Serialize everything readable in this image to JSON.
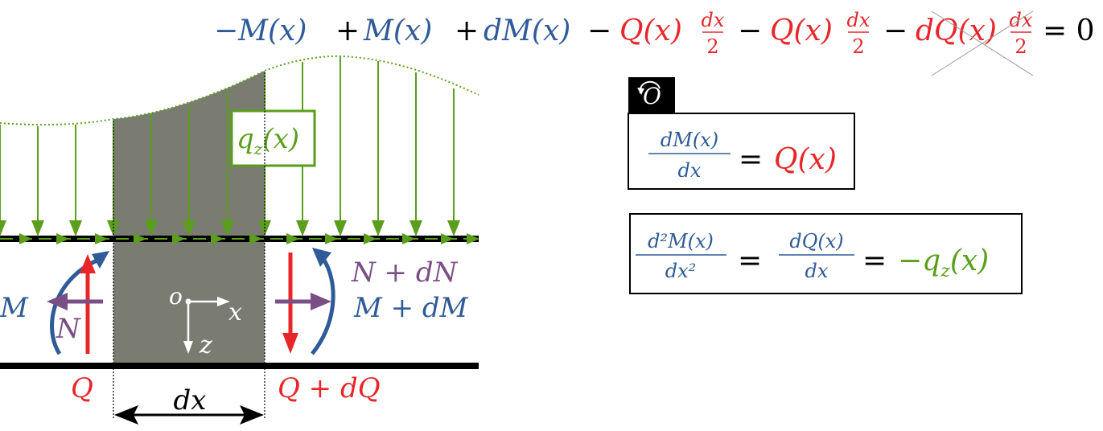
{
  "equation": {
    "neg_m": "−M(x)",
    "plus1": "+",
    "m": "M(x)",
    "plus2": "+",
    "dm": "dM(x)",
    "minus1": "−",
    "q1": "Q(x)",
    "dx": "dx",
    "two": "2",
    "minus2": "−",
    "q2": "Q(x)",
    "minus3": "−",
    "dq": "dQ(x)",
    "equals_zero": "= 0"
  },
  "origin_tag": {
    "label": "O"
  },
  "box1": {
    "num": "dM(x)",
    "den": "dx",
    "eq": "=",
    "rhs": "Q(x)"
  },
  "box2": {
    "num1": "d²M(x)",
    "den1": "dx²",
    "eq1": "=",
    "num2": "dQ(x)",
    "den2": "dx",
    "eq2": "=",
    "rhs": "−q",
    "rhs_sub": "z",
    "rhs_arg": "(x)"
  },
  "diagram": {
    "load_label": "q",
    "load_sub": "z",
    "load_arg": "(x)",
    "left_M": "M",
    "left_N": "N",
    "left_Q": "Q",
    "right_N": "N + dN",
    "right_M": "M + dM",
    "right_Q": "Q + dQ",
    "origin": "o",
    "axis_x": "x",
    "axis_z": "z",
    "width": "dx"
  },
  "colors": {
    "blue": "#2f5b98",
    "red": "#e8262a",
    "green": "#5a9e1c",
    "purple": "#7a4f86",
    "gray": "#7a7c72",
    "black": "#000000"
  }
}
